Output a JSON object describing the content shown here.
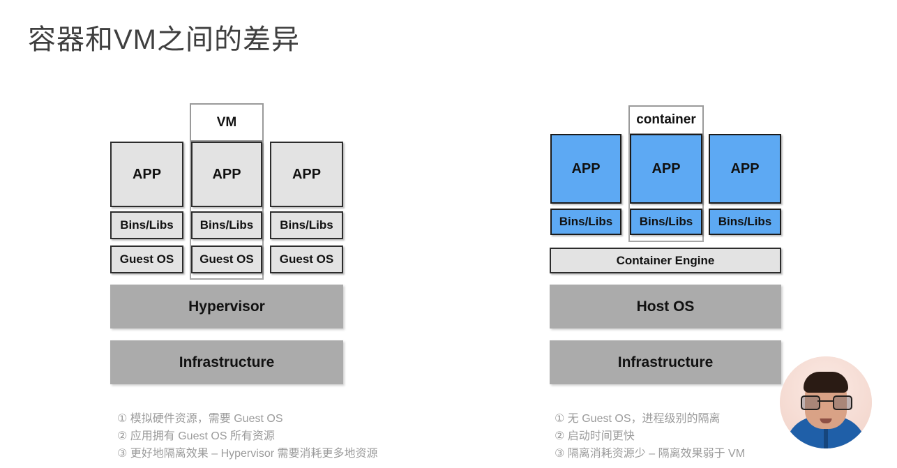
{
  "slide": {
    "title": "容器和VM之间的差异",
    "background_color": "#ffffff",
    "title_color": "#3f3f3f"
  },
  "colors": {
    "app_grey": "#e3e3e3",
    "app_blue": "#5da9f3",
    "bar_grey": "#ababab",
    "box_border": "#2c2c2c",
    "outline_grey": "#9a9a9a",
    "caption_grey": "#9b9b9b"
  },
  "vm_diagram": {
    "highlight_label": "VM",
    "columns": [
      {
        "app": "APP",
        "bins": "Bins/Libs",
        "guest": "Guest OS"
      },
      {
        "app": "APP",
        "bins": "Bins/Libs",
        "guest": "Guest OS"
      },
      {
        "app": "APP",
        "bins": "Bins/Libs",
        "guest": "Guest OS"
      }
    ],
    "bars": [
      {
        "label": "Hypervisor"
      },
      {
        "label": "Infrastructure"
      }
    ],
    "notes": [
      "① 模拟硬件资源，需要 Guest OS",
      "② 应用拥有 Guest OS 所有资源",
      "③ 更好地隔离效果 – Hypervisor 需要消耗更多地资源"
    ]
  },
  "container_diagram": {
    "highlight_label": "container",
    "columns": [
      {
        "app": "APP",
        "bins": "Bins/Libs"
      },
      {
        "app": "APP",
        "bins": "Bins/Libs"
      },
      {
        "app": "APP",
        "bins": "Bins/Libs"
      }
    ],
    "engine": "Container Engine",
    "bars": [
      {
        "label": "Host OS"
      },
      {
        "label": "Infrastructure"
      }
    ],
    "notes": [
      "① 无 Guest OS，进程级别的隔离",
      "② 启动时间更快",
      "③ 隔离消耗资源少 – 隔离效果弱于 VM"
    ]
  },
  "webcam": {
    "label": "presenter-video"
  }
}
